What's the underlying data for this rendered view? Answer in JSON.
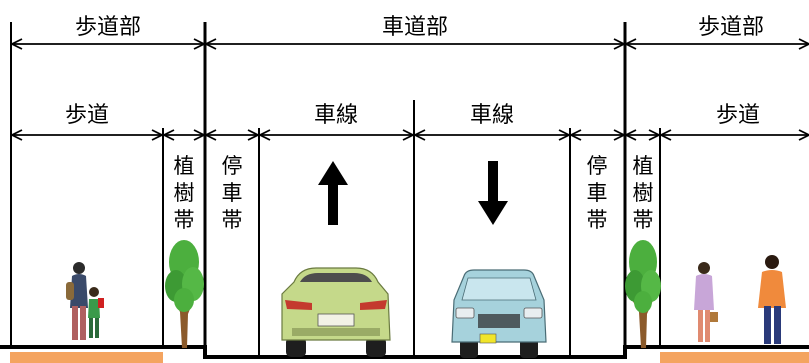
{
  "title": "",
  "labels": {
    "sidewalk_section_left": "歩道部",
    "roadway_section": "車道部",
    "sidewalk_section_right": "歩道部",
    "sidewalk_left": "歩道",
    "sidewalk_right": "歩道",
    "lane_left": "車線",
    "lane_right": "車線",
    "planting_strip_left": [
      "植",
      "樹",
      "帯"
    ],
    "planting_strip_right": [
      "植",
      "樹",
      "帯"
    ],
    "stopping_lane_left": [
      "停",
      "車",
      "帯"
    ],
    "stopping_lane_right": [
      "停",
      "車",
      "帯"
    ]
  },
  "lane_directions": {
    "left_lane": "up",
    "right_lane": "down"
  },
  "illustrations": [
    "pedestrians-parent-child",
    "tree",
    "car-rear-green",
    "car-front-blue",
    "tree",
    "pedestrian-woman",
    "pedestrian-man"
  ],
  "colors": {
    "line": "#000000",
    "sidewalk_fill": "#f4a460",
    "tree_green": "#4caf3e",
    "car_green": "#c5d98a",
    "car_blue": "#a6d2dc"
  }
}
